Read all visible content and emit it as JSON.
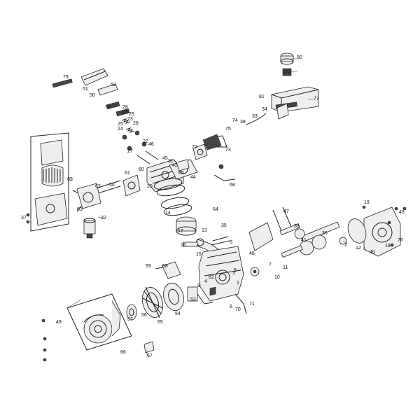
{
  "labels": [
    "1",
    "2",
    "3",
    "4",
    "5",
    "6",
    "7",
    "8",
    "9",
    "10",
    "11",
    "12",
    "13",
    "14",
    "15",
    "16",
    "17",
    "18",
    "19",
    "20",
    "21",
    "22",
    "23",
    "24",
    "25",
    "26",
    "27",
    "28",
    "29",
    "30",
    "31",
    "32",
    "33",
    "34",
    "35",
    "36",
    "37",
    "38",
    "39",
    "40",
    "41",
    "42",
    "43",
    "44",
    "45",
    "46",
    "47",
    "48",
    "49",
    "50",
    "51",
    "52",
    "53",
    "54",
    "55",
    "56",
    "57",
    "58",
    "59",
    "60",
    "61",
    "62",
    "63",
    "64",
    "65",
    "66",
    "67",
    "68",
    "69",
    "70",
    "71",
    "72",
    "73",
    "74",
    "75",
    "76",
    "77",
    "78",
    "79",
    "80",
    "81",
    "82"
  ]
}
